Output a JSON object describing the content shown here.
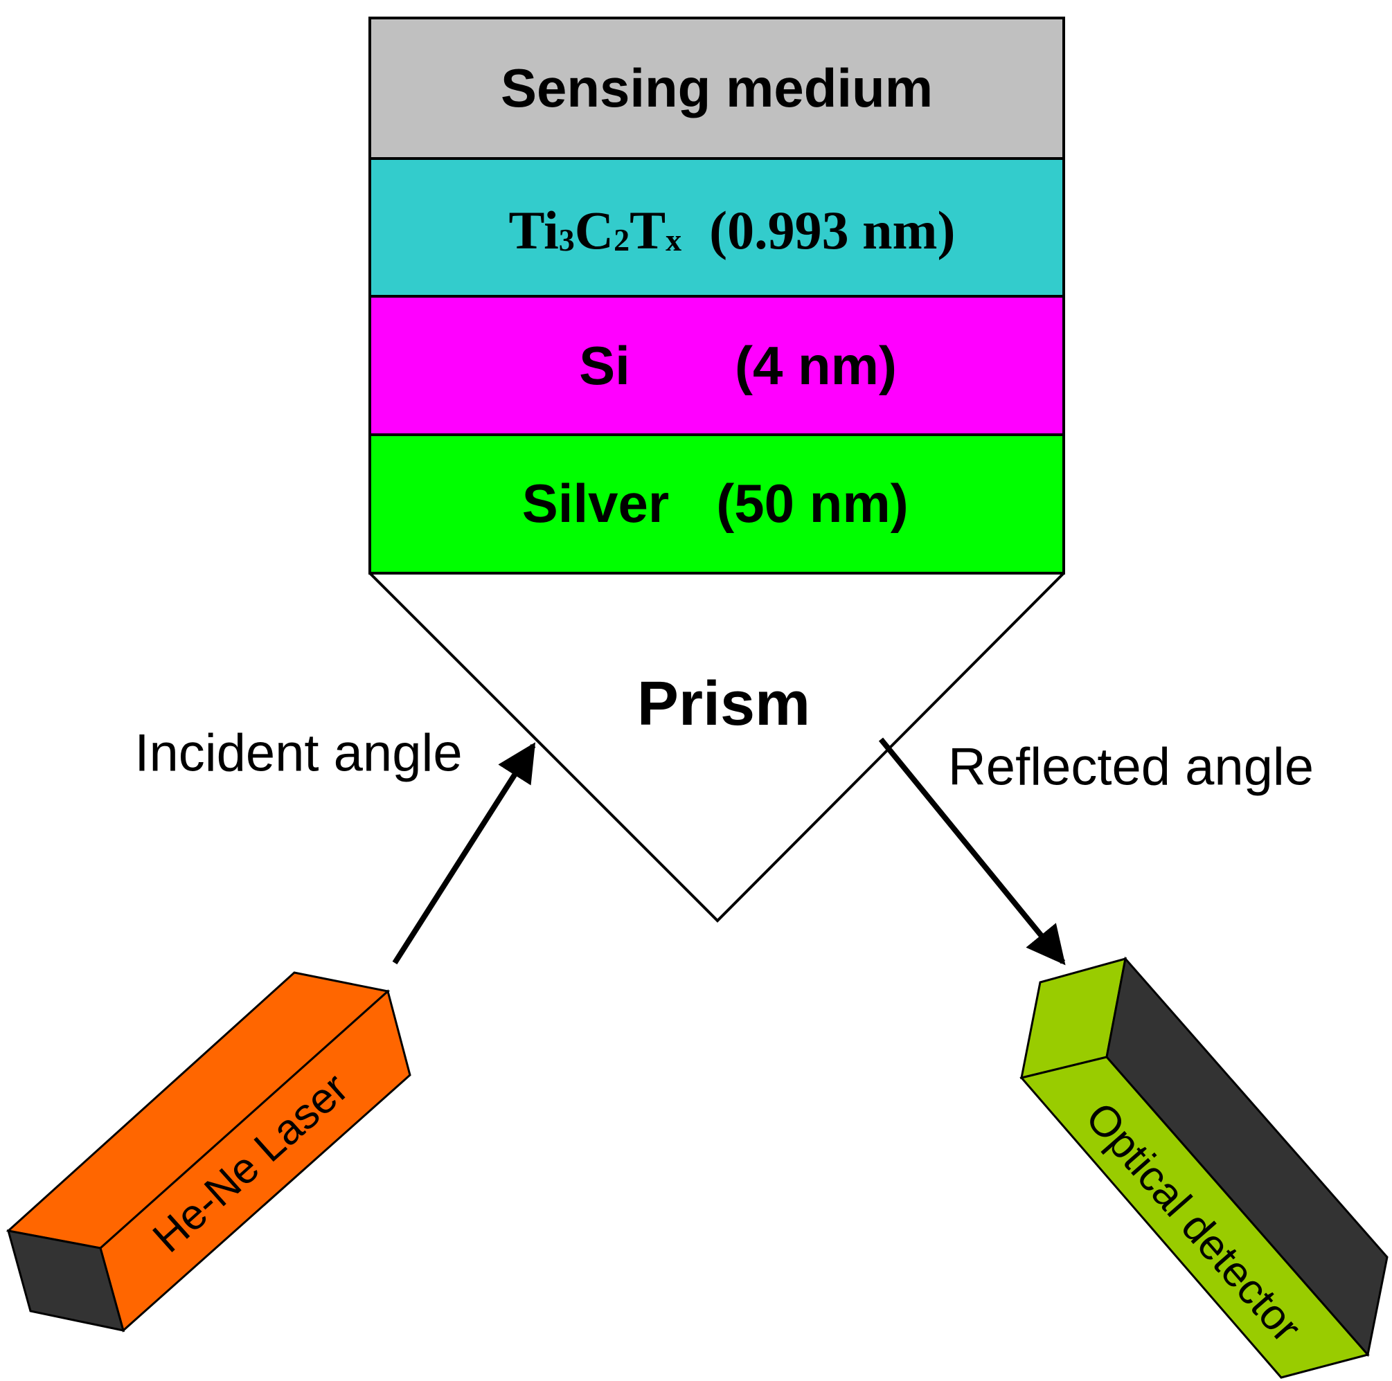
{
  "layers": {
    "sensing": {
      "label": "Sensing medium",
      "color": "#C0C0C0"
    },
    "mxene": {
      "chem_ti": "Ti",
      "chem_ti_sub": "3",
      "chem_c": "C",
      "chem_c_sub": "2",
      "chem_t": "T",
      "chem_t_sub": "x",
      "thickness": "(0.993 nm)",
      "color": "#33CCCC"
    },
    "si": {
      "label": "Si",
      "thickness": "(4 nm)",
      "color": "#FF00FF"
    },
    "silver": {
      "label": "Silver",
      "thickness": "(50 nm)",
      "color": "#00FF00"
    }
  },
  "prism": {
    "label": "Prism"
  },
  "beams": {
    "incident_label": "Incident angle",
    "reflected_label": "Reflected angle"
  },
  "laser": {
    "label": "He-Ne Laser",
    "color": "#FF6600",
    "end_color": "#333333"
  },
  "detector": {
    "label": "Optical detector",
    "color": "#99CC00",
    "side_color": "#333333"
  }
}
